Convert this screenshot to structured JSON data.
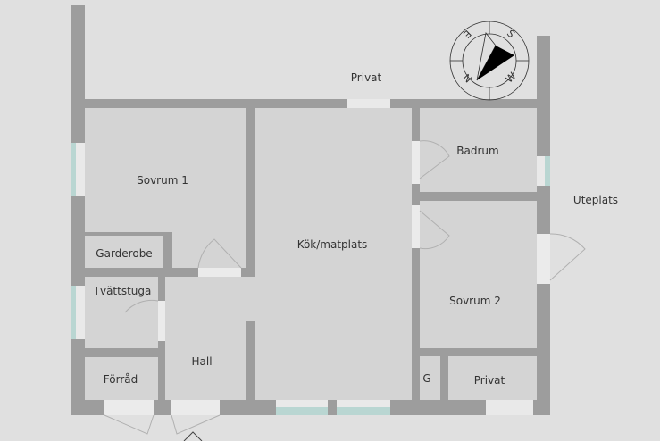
{
  "plan": {
    "outside_labels": {
      "privat_top": "Privat",
      "uteplats": "Uteplats"
    },
    "rooms": {
      "sovrum1": "Sovrum 1",
      "garderobe": "Garderobe",
      "tvattstuga": "Tvättstuga",
      "forrad": "Förråd",
      "hall": "Hall",
      "kok": "Kök/matplats",
      "badrum": "Badrum",
      "sovrum2": "Sovrum 2",
      "g": "G",
      "privat": "Privat"
    },
    "compass": {
      "n": "N",
      "s": "S",
      "e": "E",
      "w": "W"
    }
  },
  "colors": {
    "background": "#e0e0e0",
    "floor": "#d4d4d4",
    "wall": "#9d9d9d",
    "window_glass": "#b9d6d2",
    "text": "#333333"
  }
}
